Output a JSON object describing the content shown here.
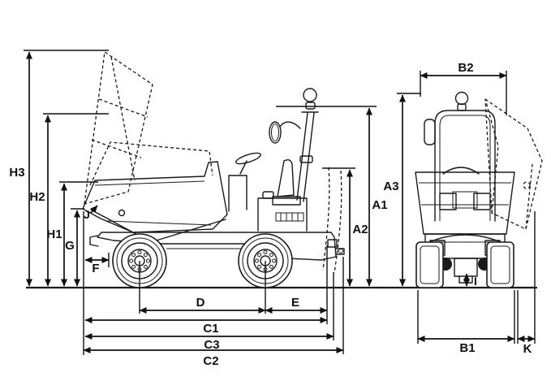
{
  "page": {
    "background_color": "#ffffff",
    "ink_color": "#1a1a1a"
  },
  "diagram": {
    "kind": "vehicle-dimension-line-drawing",
    "subject": "site dumper shown in side view (skip lowered solid, skip raised dashed) and front view (tipped skip dashed)",
    "views": {
      "side": {
        "name": "side-view",
        "height_dimensions": [
          "H3",
          "H2",
          "H1",
          "G"
        ],
        "front_dimensions": [
          "J",
          "F"
        ],
        "length_dimensions": [
          "D",
          "E",
          "C1",
          "C3",
          "C2"
        ],
        "rear_height_dimensions": [
          "A2",
          "A1",
          "A3"
        ]
      },
      "front": {
        "name": "front-view",
        "width_dimensions": [
          "B2",
          "B1",
          "K"
        ],
        "clearance_dimensions": [
          "I"
        ]
      }
    },
    "labels": {
      "H3": "H3",
      "H2": "H2",
      "H1": "H1",
      "G": "G",
      "J": "J",
      "F": "F",
      "D": "D",
      "E": "E",
      "C1": "C1",
      "C3": "C3",
      "C2": "C2",
      "A1": "A1",
      "A2": "A2",
      "A3": "A3",
      "B2": "B2",
      "B1": "B1",
      "K": "K",
      "I": "I"
    }
  }
}
